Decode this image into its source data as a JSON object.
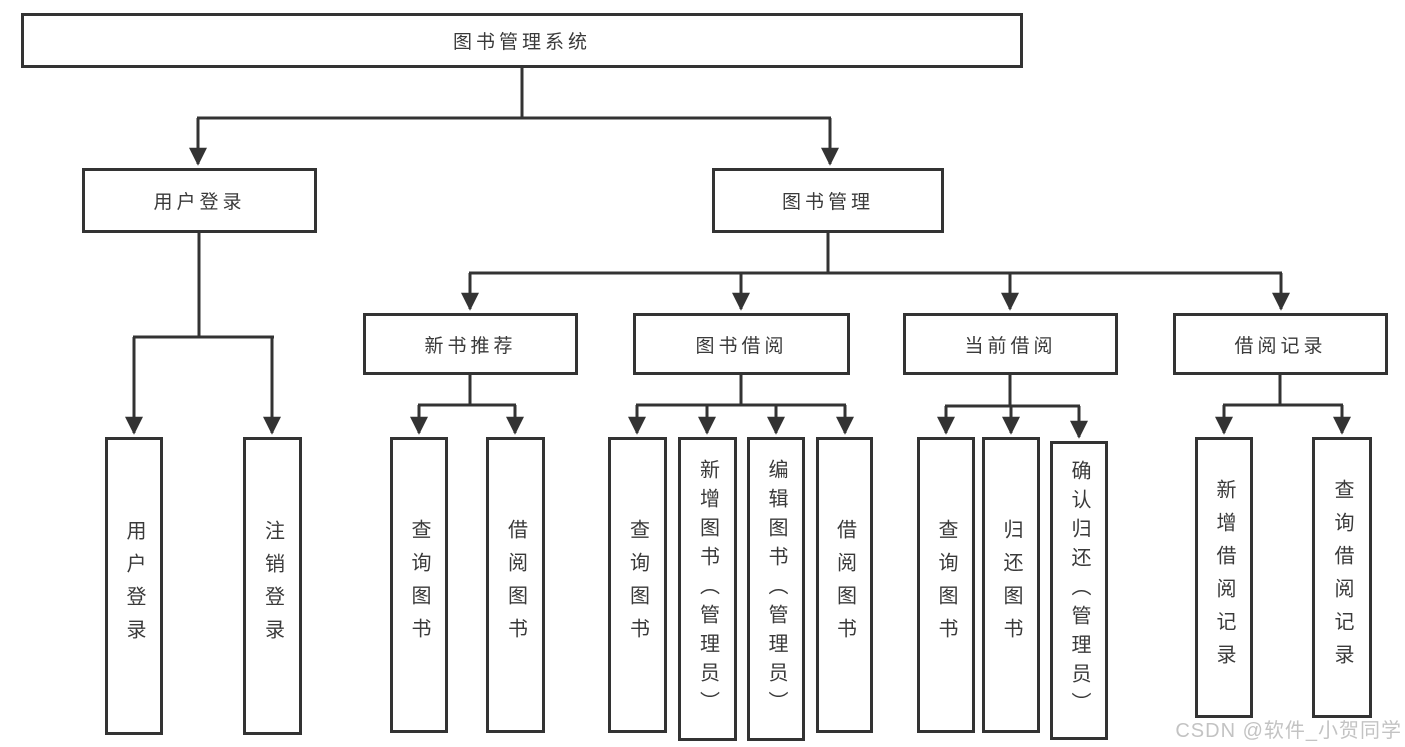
{
  "colors": {
    "line": "#333333",
    "text": "#3a3a3a",
    "watermark": "#b9b9b9",
    "background": "#ffffff"
  },
  "diagram": {
    "root": {
      "label": "图书管理系统"
    },
    "level2": [
      {
        "label": "用户登录"
      },
      {
        "label": "图书管理"
      }
    ],
    "level3": [
      {
        "label": "新书推荐"
      },
      {
        "label": "图书借阅"
      },
      {
        "label": "当前借阅"
      },
      {
        "label": "借阅记录"
      }
    ],
    "leaves": {
      "user_login": [
        {
          "label": "用户登录"
        },
        {
          "label": "注销登录"
        }
      ],
      "new_book": [
        {
          "label": "查询图书"
        },
        {
          "label": "借阅图书"
        }
      ],
      "book_borrow": [
        {
          "label": "查询图书"
        },
        {
          "label": "新增图书（管理员）"
        },
        {
          "label": "编辑图书（管理员）"
        },
        {
          "label": "借阅图书"
        }
      ],
      "current_borrow": [
        {
          "label": "查询图书"
        },
        {
          "label": "归还图书"
        },
        {
          "label": "确认归还（管理员）"
        }
      ],
      "records": [
        {
          "label": "新增借阅记录"
        },
        {
          "label": "查询借阅记录"
        }
      ]
    }
  },
  "watermark": {
    "text": "CSDN @软件_小贺同学"
  }
}
